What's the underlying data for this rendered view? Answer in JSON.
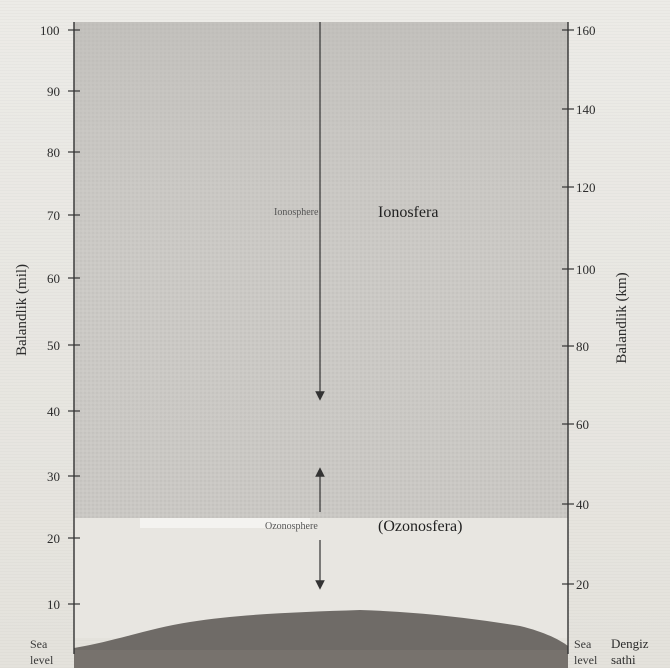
{
  "left_axis": {
    "title": "Balandlik (mil)",
    "ticks": [
      "100",
      "90",
      "80",
      "70",
      "60",
      "50",
      "40",
      "30",
      "20",
      "10"
    ],
    "base_label_top": "Sea",
    "base_label_bottom": "level"
  },
  "right_axis": {
    "title": "Balandlik (km)",
    "ticks": [
      "160",
      "140",
      "120",
      "100",
      "80",
      "60",
      "40",
      "20"
    ],
    "base_label_top": "Sea",
    "base_label_bottom": "level"
  },
  "layers": {
    "ionosphere": {
      "label_en": "Ionosphere",
      "label_uz": "Ionosfera"
    },
    "ozonosphere": {
      "label_en": "Ozonosphere",
      "label_uz": "(Ozonosfera)"
    }
  },
  "ground_label": {
    "line1": "Dengiz",
    "line2": "sathi"
  },
  "colors": {
    "sky": "#c9c7c3",
    "ozone_band": "#e8e6e1",
    "ground": "#6f6b67",
    "axis": "#333333"
  }
}
